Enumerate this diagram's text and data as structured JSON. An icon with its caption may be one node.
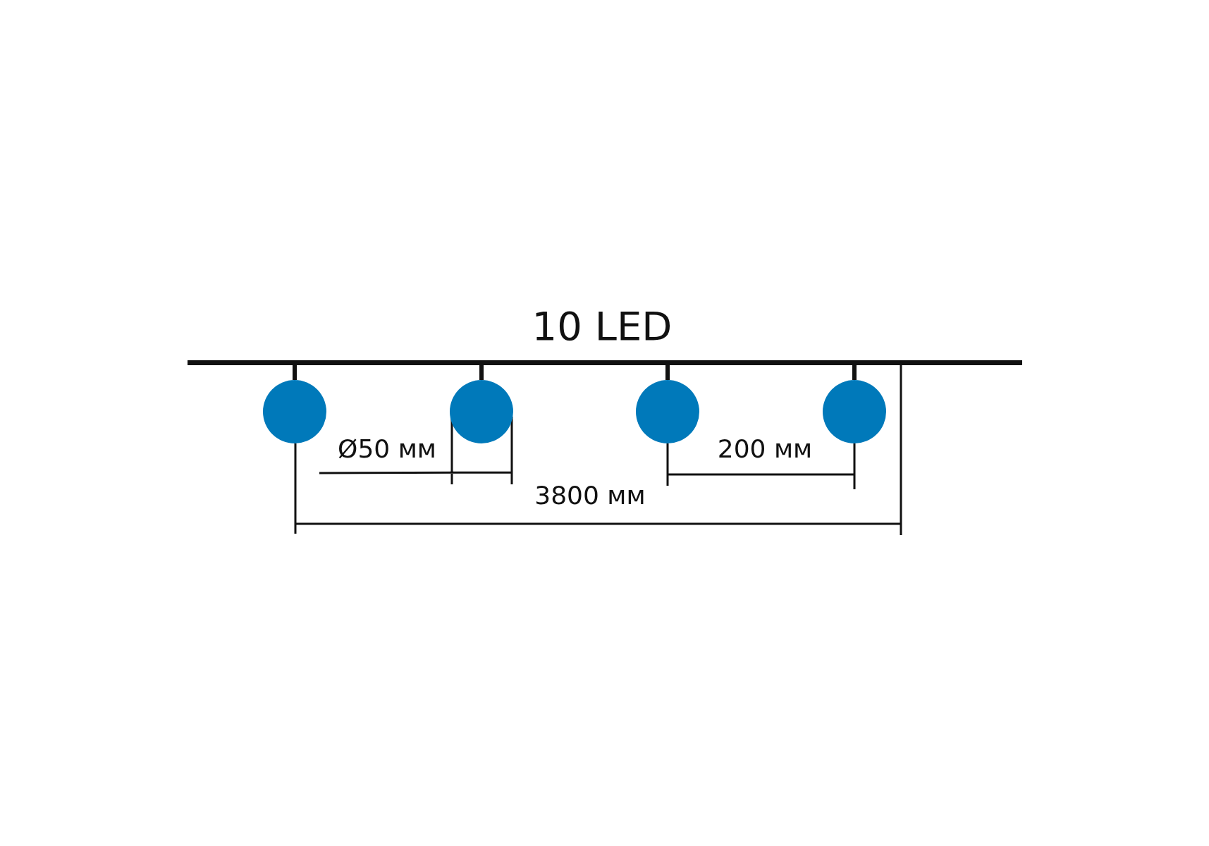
{
  "diagram": {
    "title": "10 LED",
    "nodes": [
      {
        "text": [],
        "shape": "bar"
      },
      {
        "text": [],
        "shape": "circle"
      },
      {
        "text": [],
        "shape": "circle"
      },
      {
        "text": [],
        "shape": "circle"
      },
      {
        "text": [],
        "shape": "circle"
      }
    ],
    "edges": [
      {
        "from": 0,
        "to": 1,
        "arrow": "none"
      },
      {
        "from": 0,
        "to": 2,
        "arrow": "none"
      },
      {
        "from": 0,
        "to": 3,
        "arrow": "none"
      },
      {
        "from": 0,
        "to": 4,
        "arrow": "none"
      }
    ],
    "labels": [
      "Ø50 мм",
      "200 мм",
      "3800 мм"
    ]
  }
}
